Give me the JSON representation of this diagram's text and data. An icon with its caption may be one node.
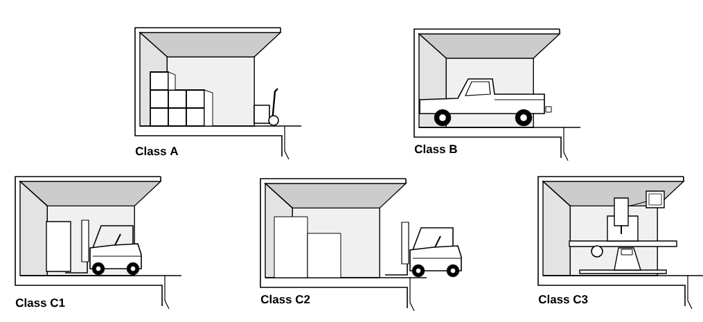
{
  "diagram": {
    "labels": [
      "Class A",
      "Class B",
      "Class C1",
      "Class C2",
      "Class C3"
    ]
  }
}
